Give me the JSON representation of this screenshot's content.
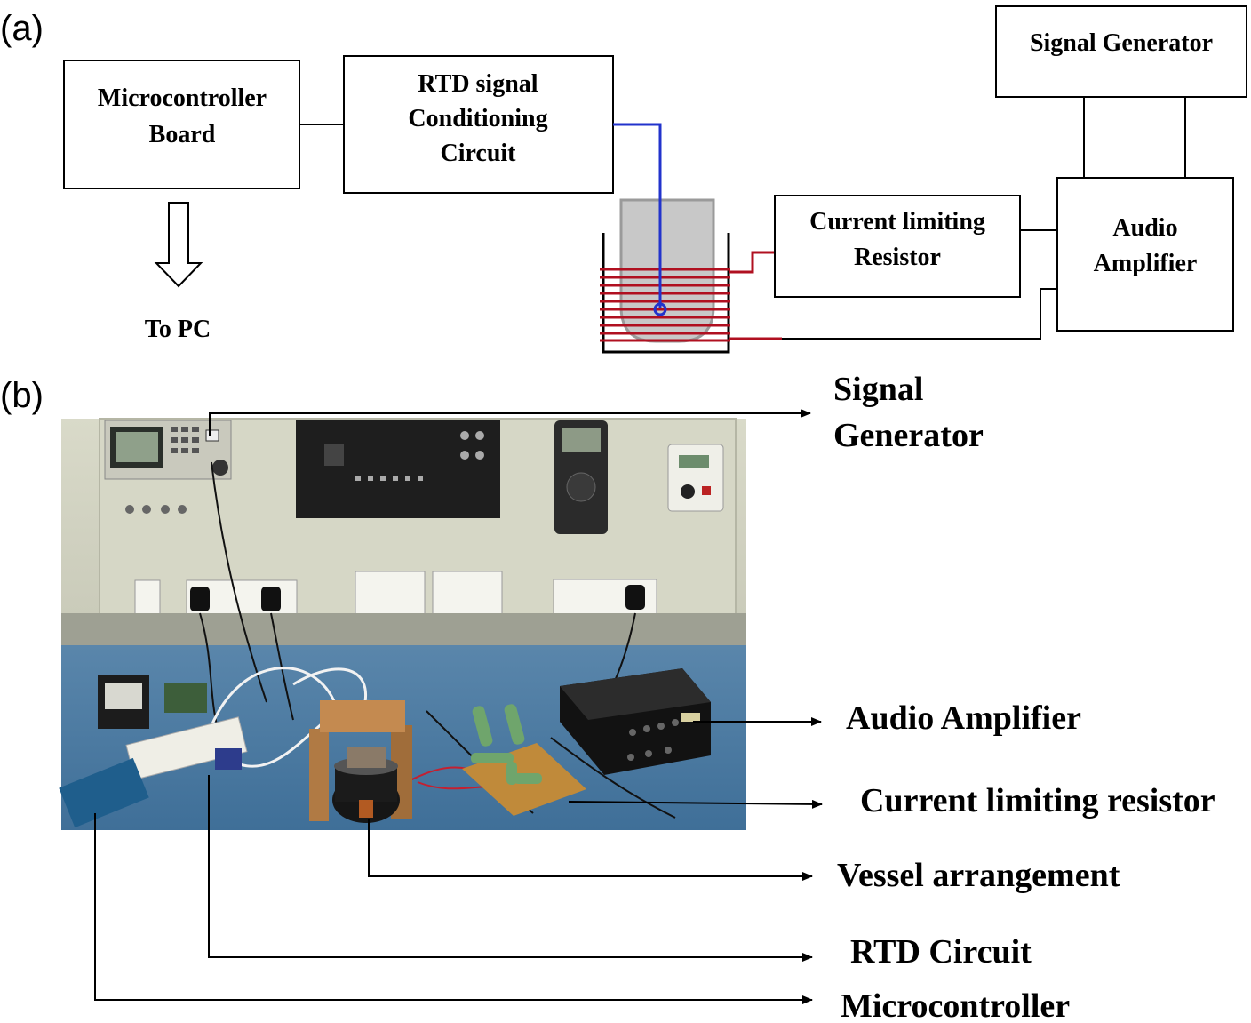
{
  "panel_a": {
    "label": "(a)",
    "microcontroller": [
      "Microcontroller",
      "Board"
    ],
    "rtd": [
      "RTD signal",
      "Conditioning",
      "Circuit"
    ],
    "signal_generator": "Signal Generator",
    "current_limiting": [
      "Current limiting",
      "Resistor"
    ],
    "audio_amplifier": [
      "Audio",
      "Amplifier"
    ],
    "to_pc": "To PC"
  },
  "panel_b": {
    "label": "(b)",
    "callouts": {
      "signal_generator": [
        "Signal",
        "Generator"
      ],
      "audio_amplifier": "Audio Amplifier",
      "current_limiting_resistor": "Current limiting resistor",
      "vessel_arrangement": "Vessel arrangement",
      "rtd_circuit": "RTD Circuit",
      "microcontroller": "Microcontroller"
    }
  },
  "colors": {
    "rtd_probe": "#2233cc",
    "coil": "#b01020",
    "vessel_fill": "#c8c8c8",
    "panel_bg": "#dcdccc",
    "bench": "#4f7fa8"
  }
}
